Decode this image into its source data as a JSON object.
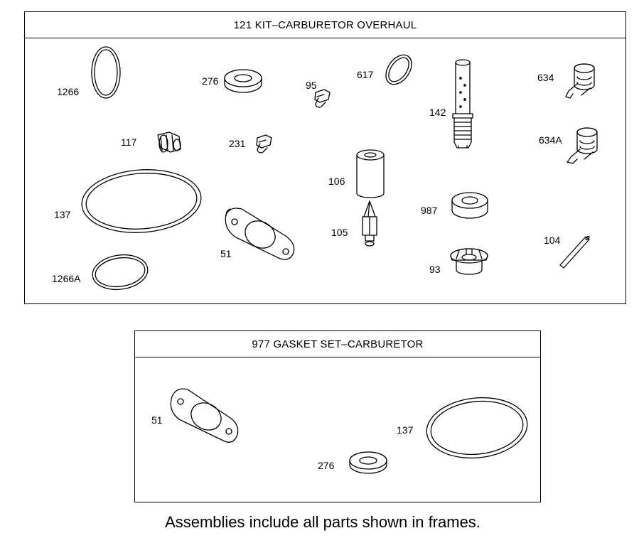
{
  "frames": {
    "kit": {
      "title": "121 KIT–CARBURETOR OVERHAUL",
      "parts": {
        "p1266": "1266",
        "p276": "276",
        "p95": "95",
        "p617": "617",
        "p142": "142",
        "p634": "634",
        "p117": "117",
        "p231": "231",
        "p634a": "634A",
        "p106": "106",
        "p137": "137",
        "p987": "987",
        "p105": "105",
        "p51": "51",
        "p104": "104",
        "p93": "93",
        "p1266a": "1266A"
      }
    },
    "gasket_set": {
      "title": "977 GASKET SET–CARBURETOR",
      "parts": {
        "p51": "51",
        "p137": "137",
        "p276": "276"
      }
    }
  },
  "footer": "Assemblies include all parts shown in frames."
}
